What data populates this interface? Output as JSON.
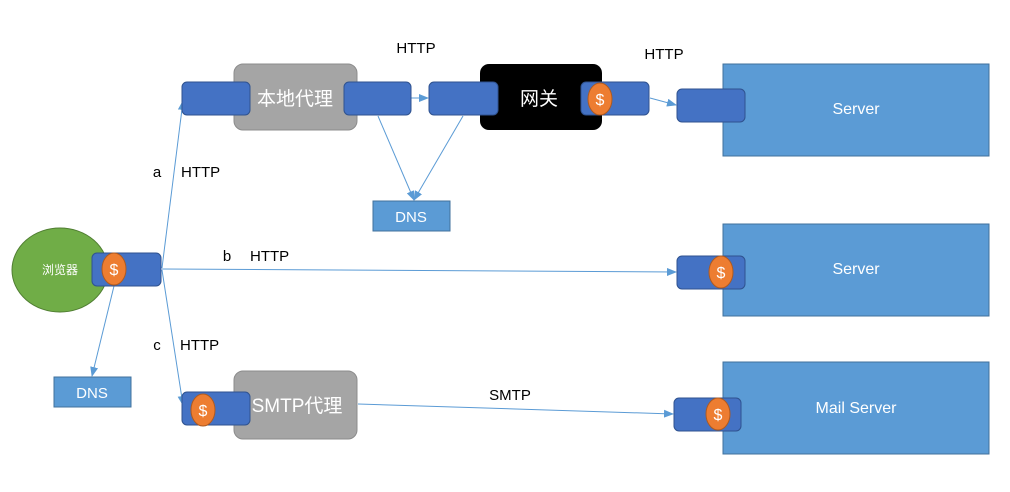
{
  "nodes": {
    "browser": "浏览器",
    "local_proxy": "本地代理",
    "gateway": "网关",
    "smtp_proxy": "SMTP代理",
    "server_top": "Server",
    "server_mid": "Server",
    "mail_server": "Mail Server",
    "dns_top": "DNS",
    "dns_left": "DNS"
  },
  "edges": {
    "proxy_to_gateway": "HTTP",
    "gateway_to_server": "HTTP",
    "path_a_letter": "a",
    "path_a_protocol": "HTTP",
    "path_b_letter": "b",
    "path_b_protocol": "HTTP",
    "path_c_letter": "c",
    "path_c_protocol": "HTTP",
    "smtp": "SMTP"
  },
  "port_symbol": "$",
  "colors": {
    "server_fill": "#5B9BD5",
    "port_fill": "#4472C4",
    "proxy_fill": "#A5A5A5",
    "gateway_fill": "#000000",
    "browser_fill": "#70AD47",
    "coin_fill": "#ED7D31",
    "line": "#5B9BD5"
  }
}
